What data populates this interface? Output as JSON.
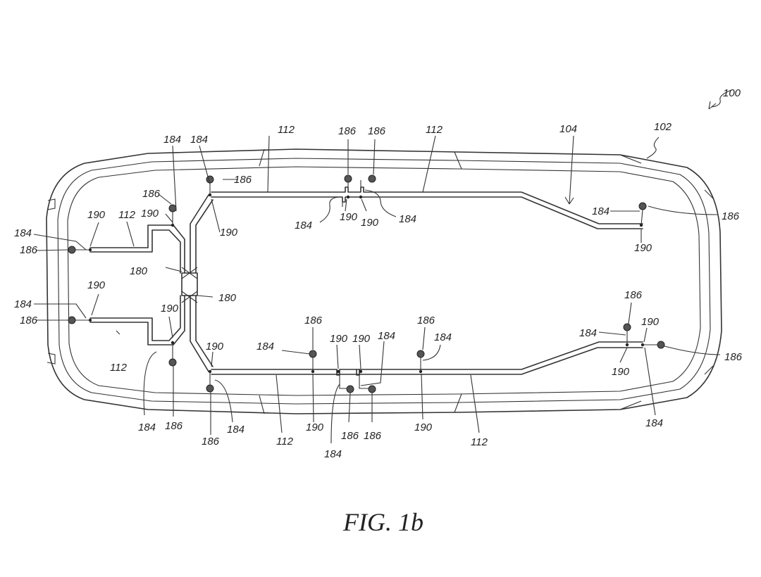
{
  "figure": {
    "caption": "FIG. 1b",
    "labels": {
      "l100": "100",
      "l102": "102",
      "l104": "104",
      "l112": "112",
      "l180": "180",
      "l184": "184",
      "l186": "186",
      "l190": "190"
    }
  }
}
